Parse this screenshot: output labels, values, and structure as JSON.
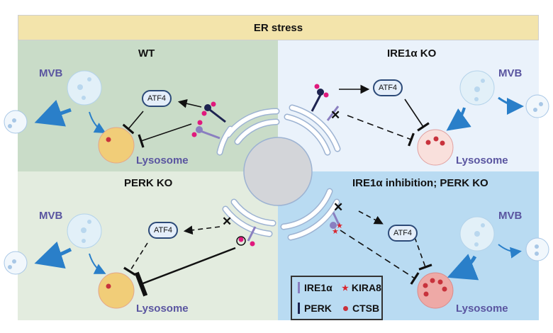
{
  "banner": {
    "title": "ER stress"
  },
  "panels": [
    {
      "id": "wt",
      "title": "WT",
      "mvb_label": "MVB",
      "atf4_label": "ATF4",
      "lysosome_label": "Lysosome"
    },
    {
      "id": "ire1-ko",
      "title": "IRE1α KO",
      "mvb_label": "MVB",
      "atf4_label": "ATF4",
      "lysosome_label": "Lysosome"
    },
    {
      "id": "perk-ko",
      "title": "PERK KO",
      "mvb_label": "MVB",
      "atf4_label": "ATF4",
      "lysosome_label": "Lysosome"
    },
    {
      "id": "ire1-inhibition-perk-ko",
      "title": "IRE1α inhibition; PERK KO",
      "mvb_label": "MVB",
      "atf4_label": "ATF4",
      "lysosome_label": "Lysosome"
    }
  ],
  "legend": {
    "items": [
      {
        "icon": "ire1a-receptor-icon",
        "label": "IRE1α"
      },
      {
        "icon": "kira8-star-icon",
        "label": "KIRA8"
      },
      {
        "icon": "perk-receptor-icon",
        "label": "PERK"
      },
      {
        "icon": "ctsb-icon",
        "label": "CTSB"
      }
    ]
  },
  "colors": {
    "banner": "#f3e4ab",
    "wt_bg": "#c9dcc8",
    "ire1_ko_bg": "#eaf2fb",
    "perk_ko_bg": "#e3ecdf",
    "both_bg": "#b9dbf2",
    "label_purple": "#5a55a0",
    "phospho": "#e0197d",
    "ire1": "#8a7fc0",
    "perk": "#1e2350",
    "ctsb": "#c8323c",
    "kira8": "#d8262f"
  }
}
